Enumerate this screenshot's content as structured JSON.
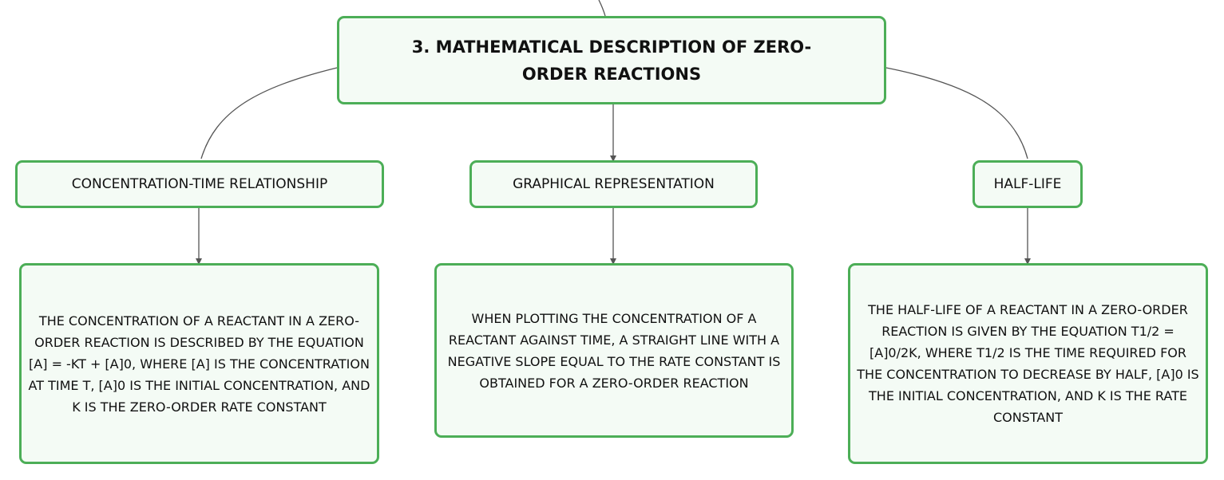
{
  "root": {
    "title": "3. Mathematical Description of Zero-Order Reactions"
  },
  "branches": [
    {
      "topic": "Concentration-Time Relationship",
      "detail": "The concentration of a reactant in a zero-order reaction is described by the equation [A] = -kt + [A]0, where [A] is the concentration at time t, [A]0 is the initial concentration, and k is the zero-order rate constant"
    },
    {
      "topic": "Graphical Representation",
      "detail": "When plotting the concentration of a reactant against time, a straight line with a negative slope equal to the rate constant is obtained for a zero-order reaction"
    },
    {
      "topic": "Half-life",
      "detail": "The half-life of a reactant in a zero-order reaction is given by the equation t1/2 = [A]0/2k, where t1/2 is the time required for the concentration to decrease by half, [A]0 is the initial concentration, and k is the rate constant"
    }
  ],
  "colors": {
    "node_border": "#4cae57",
    "node_fill": "#f4fbf5",
    "connector": "#555555"
  }
}
